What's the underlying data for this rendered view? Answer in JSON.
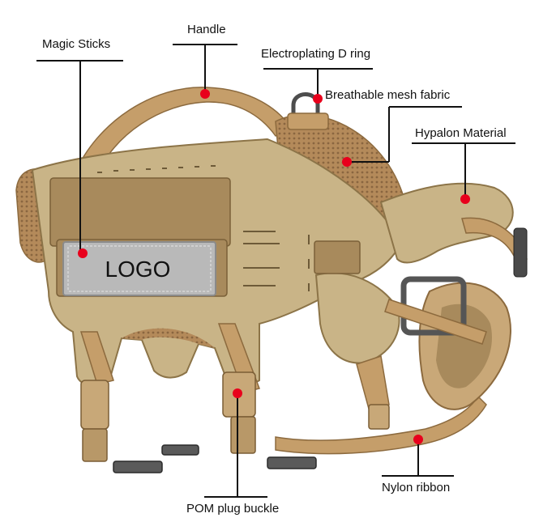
{
  "labels": {
    "magic_sticks": "Magic Sticks",
    "handle": "Handle",
    "d_ring": "Electroplating D ring",
    "mesh": "Breathable mesh fabric",
    "hypalon": "Hypalon Material",
    "logo": "LOGO",
    "nylon": "Nylon ribbon",
    "pom": "POM plug buckle"
  },
  "colors": {
    "panel": "#c9b487",
    "strap": "#c59e6a",
    "mesh": "#b48a5a",
    "patch": "#a88a5c",
    "dot": "#e8001c",
    "line": "#111111"
  }
}
